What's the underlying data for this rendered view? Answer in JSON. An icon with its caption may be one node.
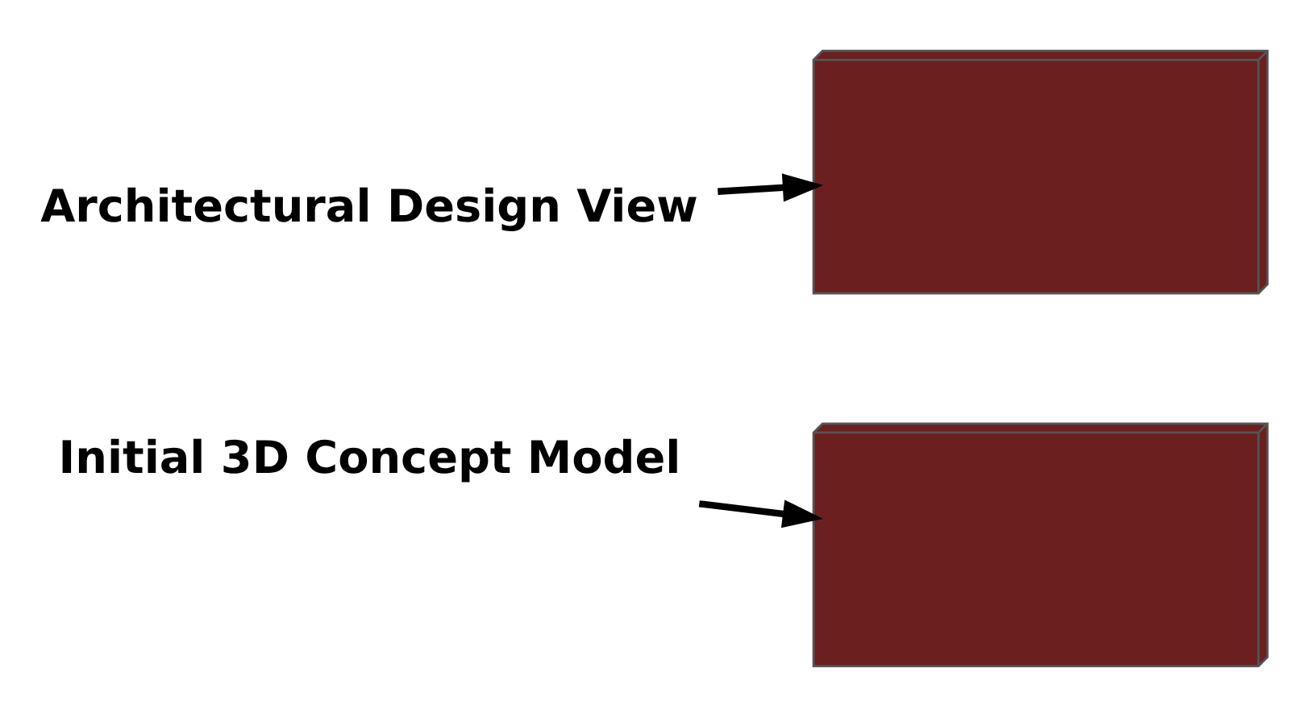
{
  "diagram": {
    "nodes": [
      {
        "text": [
          "Architectural Design View"
        ]
      },
      {
        "text": [],
        "shape": "picture"
      },
      {
        "text": [
          "Initial 3D Concept Model"
        ]
      },
      {
        "text": [],
        "shape": "picture"
      }
    ],
    "edges": [
      {
        "from": 0,
        "to": 1,
        "arrow": "to"
      },
      {
        "from": 2,
        "to": 3,
        "arrow": "to"
      }
    ]
  }
}
